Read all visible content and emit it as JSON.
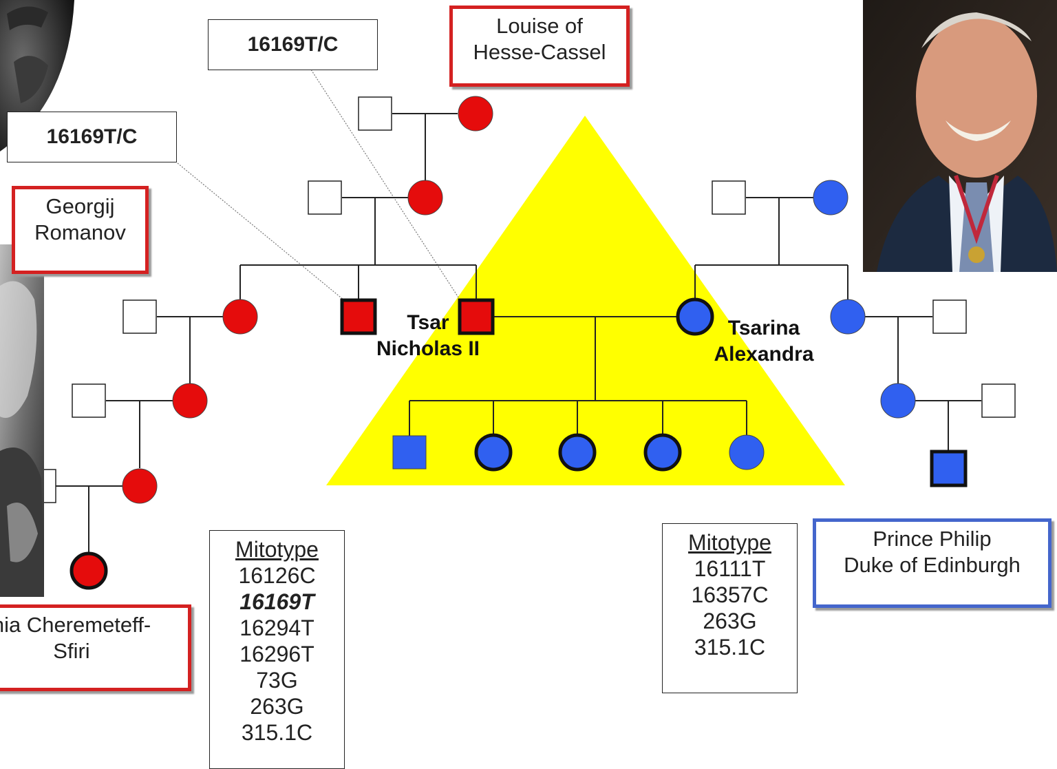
{
  "mutation_labels": {
    "upper": "16169T/C",
    "left": "16169T/C"
  },
  "name_boxes": {
    "louise": "Louise of\nHesse-Cassel",
    "georgij": "Georgij\nRomanov",
    "xenia": "nia Cheremeteff-\nSfiri",
    "philip": "Prince Philip\nDuke of Edinburgh"
  },
  "people": {
    "tsar": "Tsar\nNicholas II",
    "tsarina": "Tsarina\nAlexandra"
  },
  "mitotype_left": {
    "title": "Mitotype",
    "values": [
      "16126C",
      "16169T",
      "16294T",
      "16296T",
      "73G",
      "263G",
      "315.1C"
    ],
    "highlighted": "16169T"
  },
  "mitotype_right": {
    "title": "Mitotype",
    "values": [
      "16111T",
      "16357C",
      "263G",
      "315.1C"
    ]
  },
  "colors": {
    "romanov_lineage": "#e50c0c",
    "hesse_lineage": "#3060f0",
    "triangle": "#ffff00",
    "unrelated": "#ffffff"
  },
  "photos": [
    "portrait-dark-top-left",
    "portrait-bw-left",
    "portrait-prince-philip"
  ]
}
